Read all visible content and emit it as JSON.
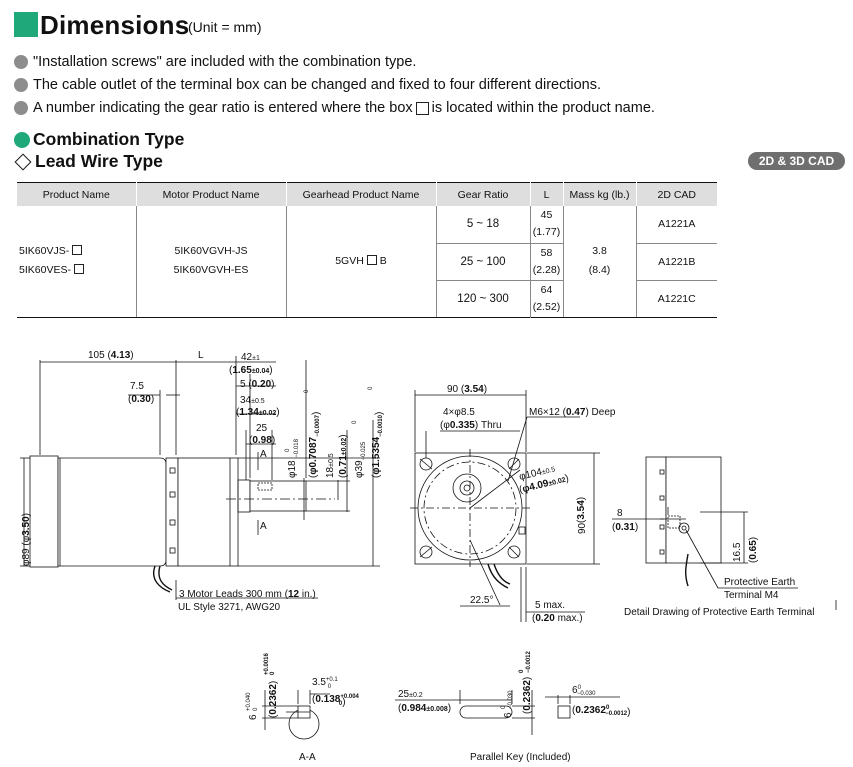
{
  "header": {
    "title": "Dimensions",
    "unit": "(Unit = mm)",
    "accent_color": "#1fa97a"
  },
  "notes": [
    "\"Installation screws\" are included with the combination type.",
    "The cable outlet of the terminal box can be changed and fixed to four different directions.",
    {
      "before": "A number indicating the gear ratio is entered where the box",
      "after": "is located within the product name."
    }
  ],
  "section": {
    "title": "Combination Type",
    "subtitle": "Lead Wire Type",
    "cad_badge": "2D & 3D CAD"
  },
  "table": {
    "columns": [
      "Product Name",
      "Motor Product Name",
      "Gearhead Product Name",
      "Gear Ratio",
      "L",
      "Mass kg (lb.)",
      "2D CAD"
    ],
    "product_names": [
      "5IK60VJS-",
      "5IK60VES-"
    ],
    "motor_names": [
      "5IK60VGVH-JS",
      "5IK60VGVH-ES"
    ],
    "gearhead": {
      "before": "5GVH",
      "after": "B"
    },
    "mass": {
      "kg": "3.8",
      "lb": "(8.4)"
    },
    "rows": [
      {
        "ratio": "5 ~ 18",
        "L": "45",
        "L_in": "(1.77)",
        "cad": "A1221A"
      },
      {
        "ratio": "25 ~ 100",
        "L": "58",
        "L_in": "(2.28)",
        "cad": "A1221B"
      },
      {
        "ratio": "120 ~ 300",
        "L": "64",
        "L_in": "(2.52)",
        "cad": "A1221C"
      }
    ]
  },
  "drawing": {
    "side": {
      "d105": "105",
      "d105_in": "4.13",
      "dL": "L",
      "d42": "42",
      "d42_tol": "±1",
      "d42_in": "1.65",
      "d42_in_tol": "±0.04",
      "d5": "5",
      "d5_in": "0.20",
      "d7_5": "7.5",
      "d7_5_in": "0.30",
      "d34": "34",
      "d34_tol": "±0.5",
      "d34_in": "1.34",
      "d34_in_tol": "±0.02",
      "d25": "25",
      "d25_in": "0.98",
      "marker_a": "A",
      "dia89": "φ89 (φ",
      "dia89_in": "3.50",
      "dia18": "φ18 ",
      "dia18_tol_top": "0",
      "dia18_tol_bot": "−0.018",
      "dia18_in": "φ0.7087",
      "dia18_in_tol_top": "0",
      "dia18_in_tol_bot": "−0.0007",
      "d18h": "18",
      "d18h_tol": "±0.5",
      "d18h_in": "0.71",
      "d18h_in_tol": "±0.02",
      "dia39": "φ39",
      "dia39_tol_top": "0",
      "dia39_tol_bot": "−0.025",
      "dia39_in": "φ1.5354",
      "dia39_in_tol_top": "0",
      "dia39_in_tol_bot": "−0.0010",
      "leads": "3 Motor Leads 300 mm (",
      "leads_in": "12",
      "leads_end": " in.)",
      "ul": "UL Style 3271, AWG20"
    },
    "front": {
      "d90": "90",
      "d90_in": "3.54",
      "holes": "4×φ8.5",
      "holes_in_pre": "(φ",
      "holes_in": "0.335",
      "holes_in_post": ") Thru",
      "tap": "M6×12 (",
      "tap_in": "0.47",
      "tap_post": ") Deep",
      "pcd": "φ104",
      "pcd_tol": "±0.5",
      "pcd_in": "φ4.09",
      "pcd_in_tol": "±0.02",
      "d90v": "90",
      "d90v_in": "3.54",
      "angle": "22.5°",
      "d5max": "5 max.",
      "d5max_in": "0.20",
      "d5max_post": " max.)"
    },
    "detail": {
      "d8": "8",
      "d8_in": "0.31",
      "d16_5": "16.5",
      "d16_5_in": "0.65",
      "pe": "Protective Earth",
      "terminal": "Terminal M4",
      "caption": "Detail Drawing of Protective Earth Terminal"
    },
    "section_aa": {
      "d6": "6",
      "d6_tol_top": "+0.040",
      "d6_tol_bot": "0",
      "d6_in": "0.2362",
      "d6_in_tol_top": "+0.0016",
      "d6_in_tol_bot": "0",
      "d3_5": "3.5",
      "d3_5_tol_top": "+0.1",
      "d3_5_tol_bot": "0",
      "d3_5_in": "0.138",
      "d3_5_in_tol_top": "+0.004",
      "d3_5_in_tol_bot": "0",
      "caption": "A-A"
    },
    "key": {
      "d25": "25",
      "d25_tol": "±0.2",
      "d25_in": "0.984",
      "d25_in_tol": "±0.008",
      "d6v": "6",
      "d6v_tol_top": "0",
      "d6v_tol_bot": "−0.030",
      "d6v_in": "0.2362",
      "d6v_in_tol_top": "0",
      "d6v_in_tol_bot": "−0.0012",
      "d6h": "6",
      "d6h_tol_top": "0",
      "d6h_tol_bot": "−0.030",
      "d6h_in": "0.2362",
      "d6h_in_tol_top": "0",
      "d6h_in_tol_bot": "−0.0012",
      "caption": "Parallel Key (Included)"
    }
  }
}
